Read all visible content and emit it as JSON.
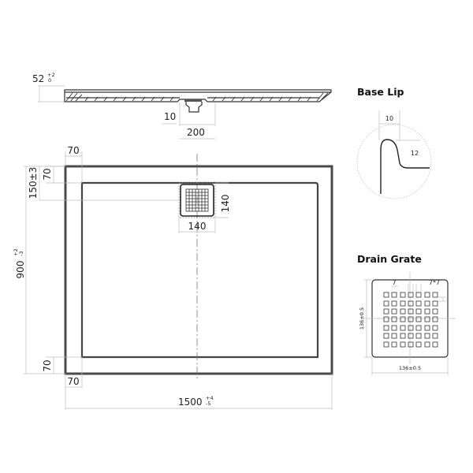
{
  "drawing": {
    "type": "shower-tray-technical-drawing",
    "units": "mm",
    "section_view": {
      "height_label": "52",
      "height_tol_plus": "+2",
      "height_tol_minus": "0",
      "drain_offset_label": "10",
      "drain_width_label": "200"
    },
    "plan_view": {
      "width_label": "1500",
      "width_tol_plus": "+4",
      "width_tol_minus": "-5",
      "depth_label": "900",
      "depth_tol_plus": "+2",
      "depth_tol_minus": "-3",
      "top_border_label": "70",
      "left_border_label": "70",
      "bottom_border_label": "70",
      "bottom_left_border_label": "70",
      "drain_offset_label": "150±3",
      "drain_grate_width_label": "140",
      "drain_grate_height_label": "140"
    },
    "base_lip": {
      "title": "Base Lip",
      "width_label": "10",
      "height_label": "12"
    },
    "drain_grate": {
      "title": "Drain Grate",
      "hole_label": "7",
      "spacing_label": "7*7",
      "width_label": "136±0.5",
      "height_label": "136±0.5",
      "rows": 7,
      "cols": 7
    },
    "colors": {
      "line": "#333333",
      "frame": "#4a4a4a",
      "dimension": "#bdbdbd",
      "text": "#222222"
    }
  }
}
